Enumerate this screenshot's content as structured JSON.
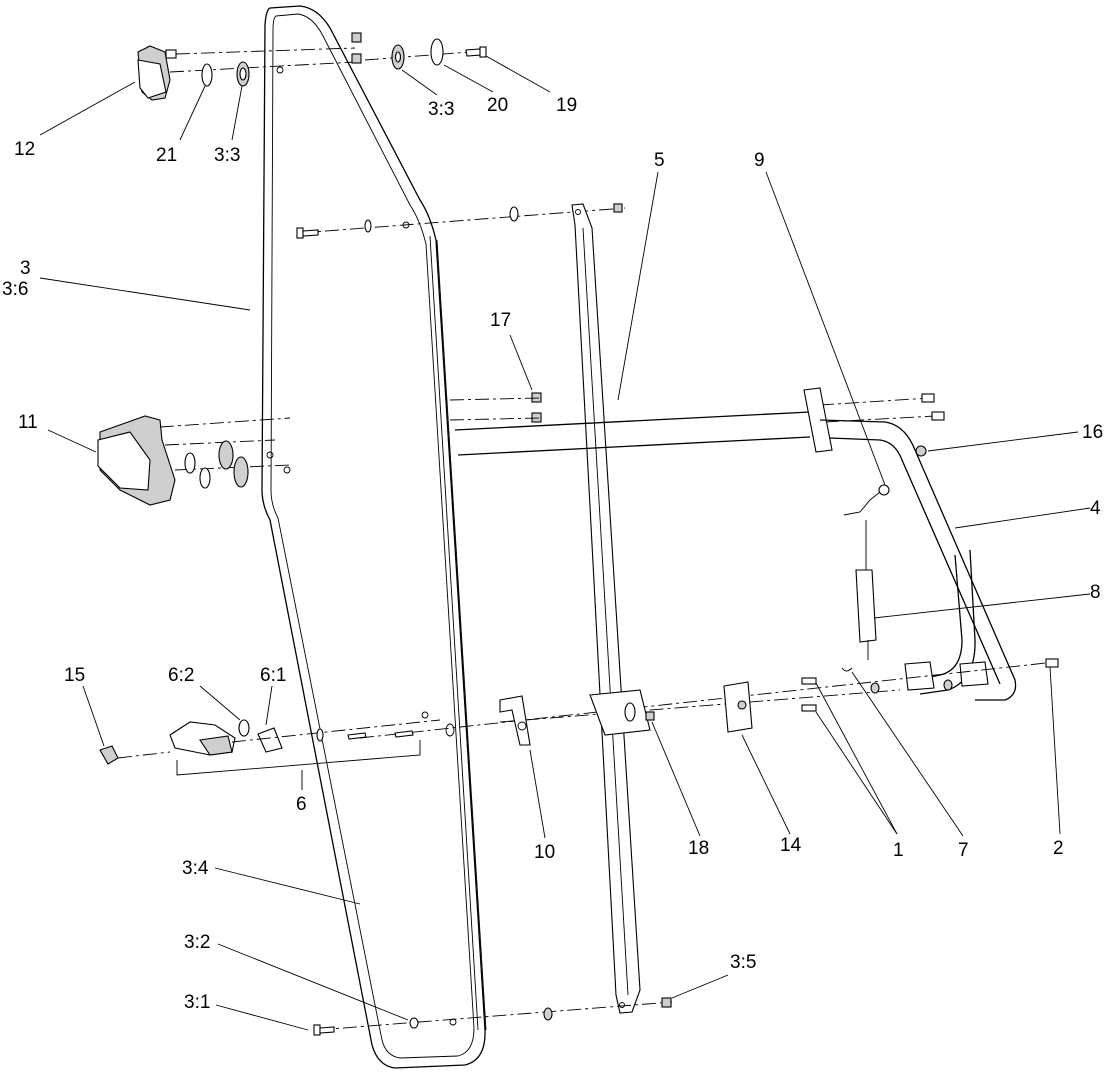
{
  "callouts": {
    "c12": "12",
    "c21": "21",
    "c3_3_top": "3:3",
    "c3_3_mid": "3:3",
    "c20": "20",
    "c19": "19",
    "c5": "5",
    "c9": "9",
    "c3": "3",
    "c3_6": "3:6",
    "c17": "17",
    "c11": "11",
    "c16": "16",
    "c4": "4",
    "c8": "8",
    "c15": "15",
    "c6_2": "6:2",
    "c6_1": "6:1",
    "c6": "6",
    "c10": "10",
    "c18": "18",
    "c14": "14",
    "c1": "1",
    "c7": "7",
    "c2": "2",
    "c3_4": "3:4",
    "c3_2": "3:2",
    "c3_5": "3:5",
    "c3_1": "3:1"
  }
}
